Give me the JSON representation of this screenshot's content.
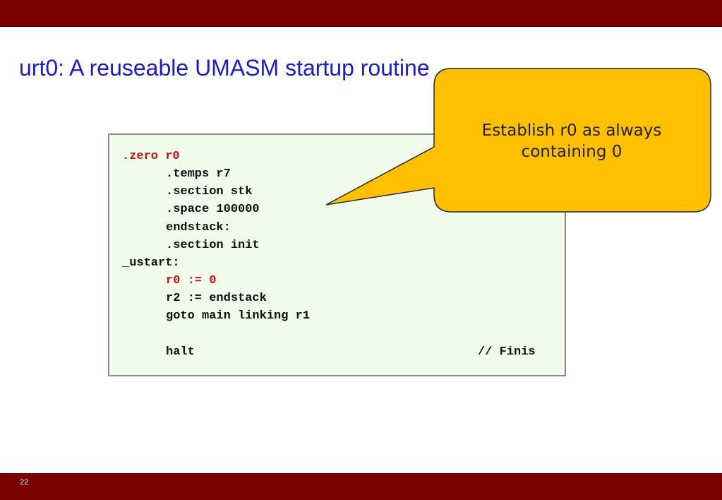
{
  "slide": {
    "title": "urt0: A reuseable UMASM startup routine",
    "number": "22"
  },
  "code": {
    "lines": [
      ".zero r0",
      ".temps r7",
      ".section stk",
      ".space 100000",
      "endstack:",
      ".section init",
      "_ustart:",
      "r0 := 0",
      "r2 := endstack",
      "goto main linking r1",
      "halt"
    ],
    "comment": "// Finis"
  },
  "callout": {
    "text": "Establish r0 as always containing 0"
  },
  "colors": {
    "bar": "#7a0000",
    "title": "#1a1adb",
    "highlight_code": "#cc1111",
    "callout_fill": "#ffc000",
    "code_background": "#f0fbec"
  }
}
